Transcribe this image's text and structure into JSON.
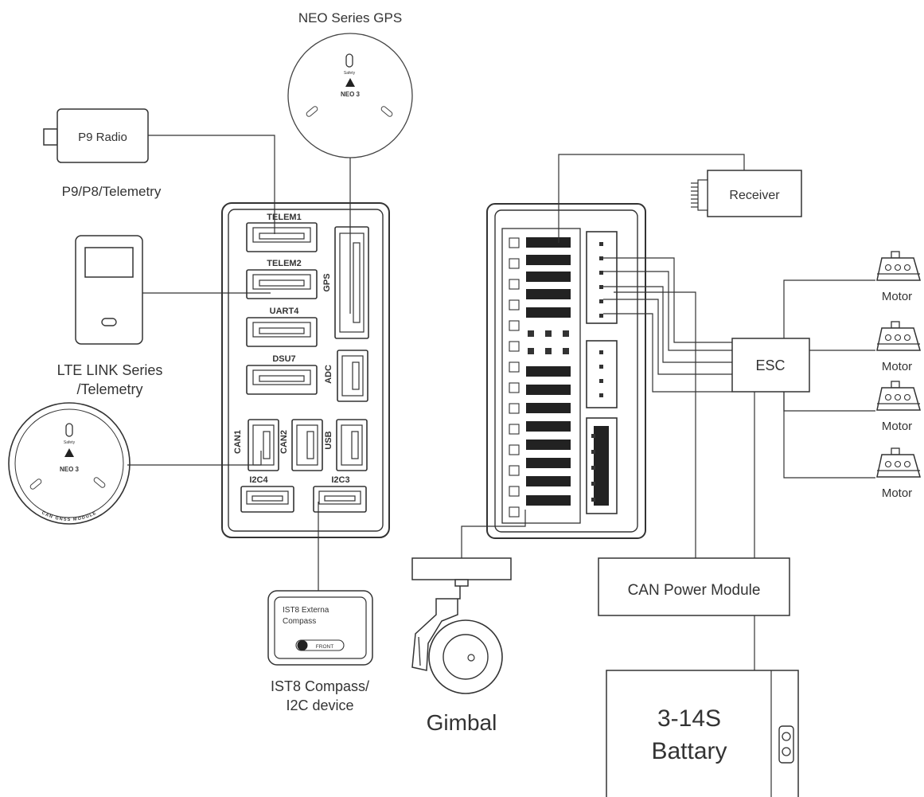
{
  "title_gps": "NEO Series GPS",
  "neo3_text": "NEO 3",
  "neo3pro_text": "NEO 3",
  "neo3pro_ring": "CAN GNSS MODULE",
  "safety_text": "Safety",
  "p9_box": "P9 Radio",
  "p9_caption": "P9/P8/Telemetry",
  "lte_caption_line1": "LTE LINK Series",
  "lte_caption_line2": "/Telemetry",
  "ports": {
    "telem1": "TELEM1",
    "telem2": "TELEM2",
    "uart4": "UART4",
    "dsu7": "DSU7",
    "gps": "GPS",
    "adc": "ADC",
    "can1": "CAN1",
    "can2": "CAN2",
    "usb": "USB",
    "i2c4": "I2C4",
    "i2c3": "I2C3"
  },
  "compass_label_line1": "IST8 Externa",
  "compass_label_line2": "Compass",
  "compass_front": "FRONT",
  "compass_caption_line1": "IST8 Compass/",
  "compass_caption_line2": "I2C device",
  "receiver": "Receiver",
  "esc": "ESC",
  "motors": [
    "Motor",
    "Motor",
    "Motor",
    "Motor"
  ],
  "can_power": "CAN Power Module",
  "battery_line1": "3-14S",
  "battery_line2": "Battary",
  "gimbal": "Gimbal"
}
